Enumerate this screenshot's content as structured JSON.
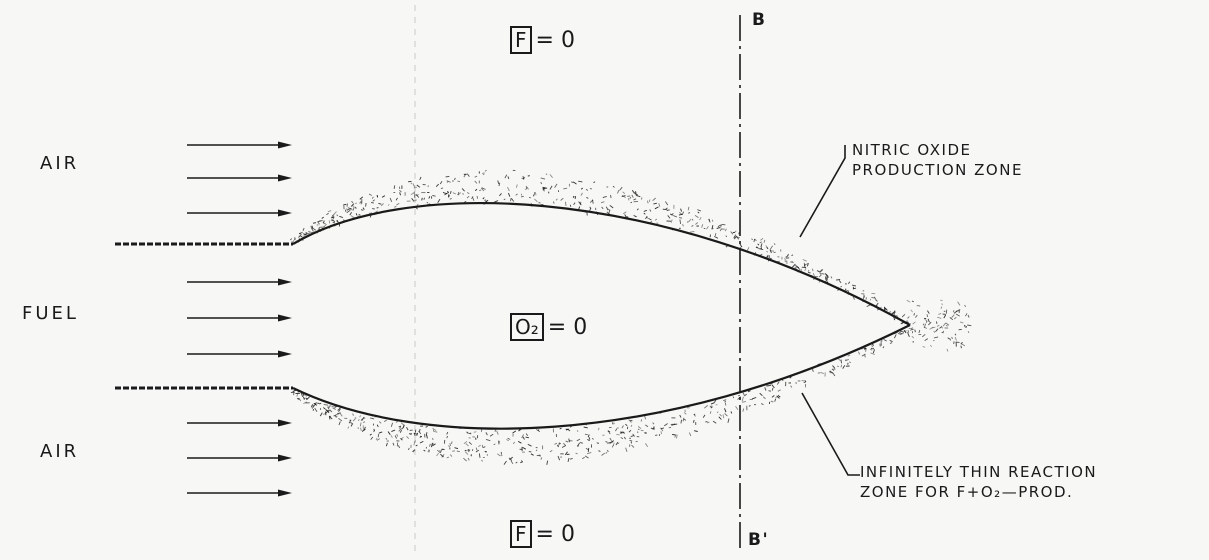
{
  "labels": {
    "air_top": "AIR",
    "fuel": "FUEL",
    "air_bottom": "AIR",
    "section_top": "B",
    "section_bottom": "B'"
  },
  "equations": {
    "top": {
      "species": "F",
      "rhs": "= 0"
    },
    "center": {
      "species": "O₂",
      "rhs": "= 0"
    },
    "bottom": {
      "species": "F",
      "rhs": "= 0"
    }
  },
  "annotations": {
    "no_zone": {
      "line1": "NITRIC OXIDE",
      "line2": "PRODUCTION ZONE"
    },
    "reaction_zone": {
      "line1": "INFINITELY THIN REACTION",
      "line2": "ZONE FOR F+O₂—PROD."
    }
  },
  "colors": {
    "ink": "#1a1a1a",
    "background": "#f7f7f5"
  }
}
